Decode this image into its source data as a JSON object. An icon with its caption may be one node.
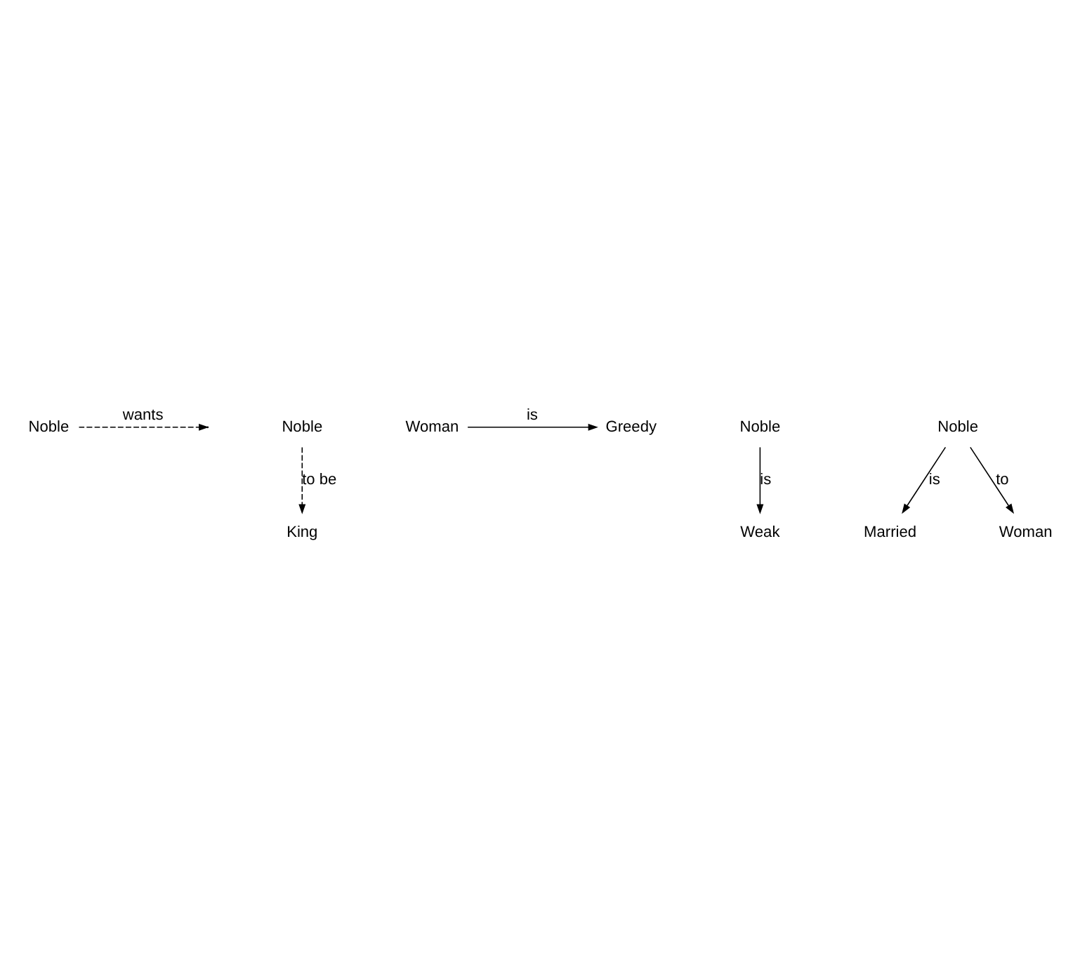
{
  "diagram": {
    "nodes": [
      {
        "text": [
          "Noble"
        ]
      },
      {
        "text": [
          "King"
        ]
      },
      {
        "text": [
          "Noble"
        ]
      },
      {
        "text": [
          "Greedy"
        ]
      },
      {
        "text": [
          "Woman"
        ]
      },
      {
        "text": [
          "Noble"
        ]
      },
      {
        "text": [
          "Weak"
        ]
      },
      {
        "text": [
          "Noble"
        ]
      },
      {
        "text": [
          "Married"
        ]
      },
      {
        "text": [
          "Woman"
        ]
      }
    ],
    "edges": [
      {
        "from": 0,
        "to": null,
        "arrow": "to",
        "label": "wants",
        "style": "dashed"
      },
      {
        "from": 2,
        "to": 1,
        "arrow": "to",
        "label": "to be",
        "style": "dashed"
      },
      {
        "from": 4,
        "to": 3,
        "arrow": "to",
        "label": "is"
      },
      {
        "from": 5,
        "to": 6,
        "arrow": "to",
        "label": "is"
      },
      {
        "from": 7,
        "to": 8,
        "arrow": "to",
        "label": "is"
      },
      {
        "from": 7,
        "to": 9,
        "arrow": "to",
        "label": "to"
      }
    ]
  }
}
